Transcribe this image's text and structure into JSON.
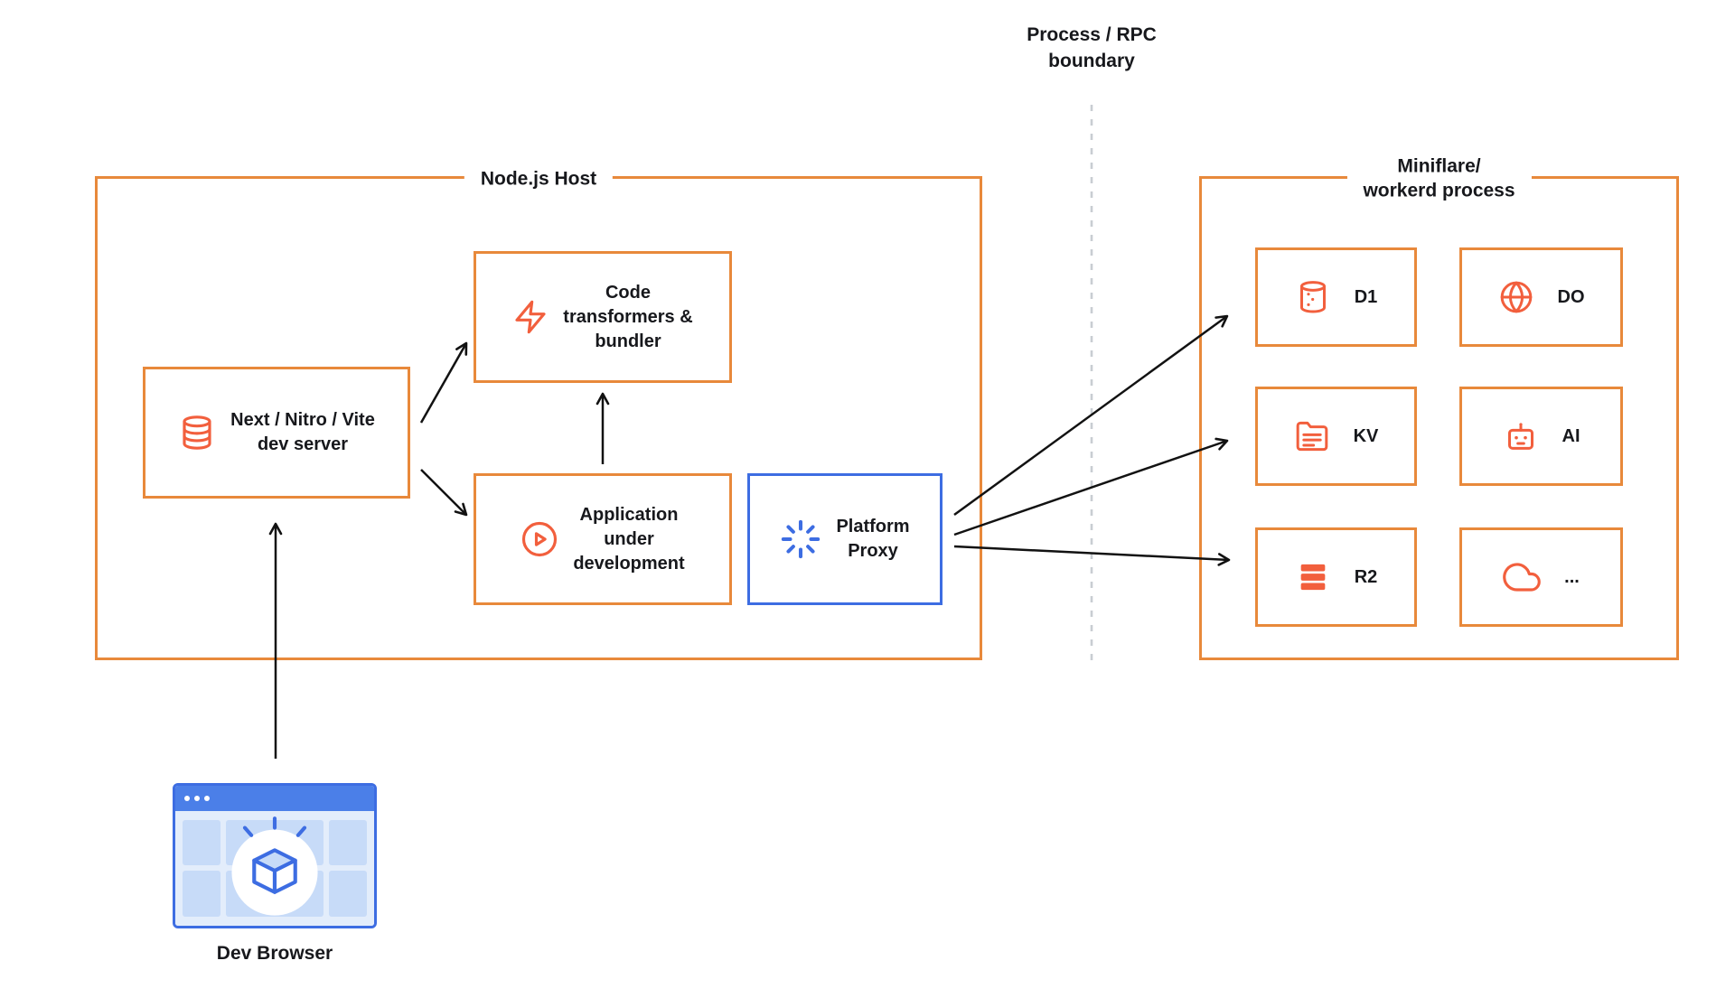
{
  "colors": {
    "orange_border": "#E8893B",
    "orange_icon": "#F25F3D",
    "blue": "#3D6DE2",
    "browser_header_blue": "#4B7FE8",
    "browser_body_blue": "#E3EDFB",
    "browser_panel_blue": "#C7DBF8",
    "boundary_gray": "#C9CDD2",
    "arrow_black": "#121212",
    "text": "#17181C"
  },
  "boundary": {
    "label": "Process / RPC\nboundary"
  },
  "node_host": {
    "title": "Node.js Host",
    "nodes": {
      "dev_server": {
        "label": "Next / Nitro / Vite\ndev server",
        "icon": "database-icon"
      },
      "code_transformers": {
        "label": "Code\ntransformers &\nbundler",
        "icon": "lightning-icon"
      },
      "application": {
        "label": "Application\nunder\ndevelopment",
        "icon": "play-circle-icon"
      },
      "platform_proxy": {
        "label": "Platform\nProxy",
        "icon": "spinner-icon"
      }
    }
  },
  "miniflare": {
    "title": "Miniflare/\nworkerd process",
    "services": [
      {
        "label": "D1",
        "icon": "database-dotted-icon"
      },
      {
        "label": "DO",
        "icon": "globe-icon"
      },
      {
        "label": "KV",
        "icon": "folder-list-icon"
      },
      {
        "label": "AI",
        "icon": "robot-icon"
      },
      {
        "label": "R2",
        "icon": "server-stack-icon"
      },
      {
        "label": "...",
        "icon": "cloud-icon"
      }
    ]
  },
  "dev_browser": {
    "label": "Dev Browser"
  }
}
